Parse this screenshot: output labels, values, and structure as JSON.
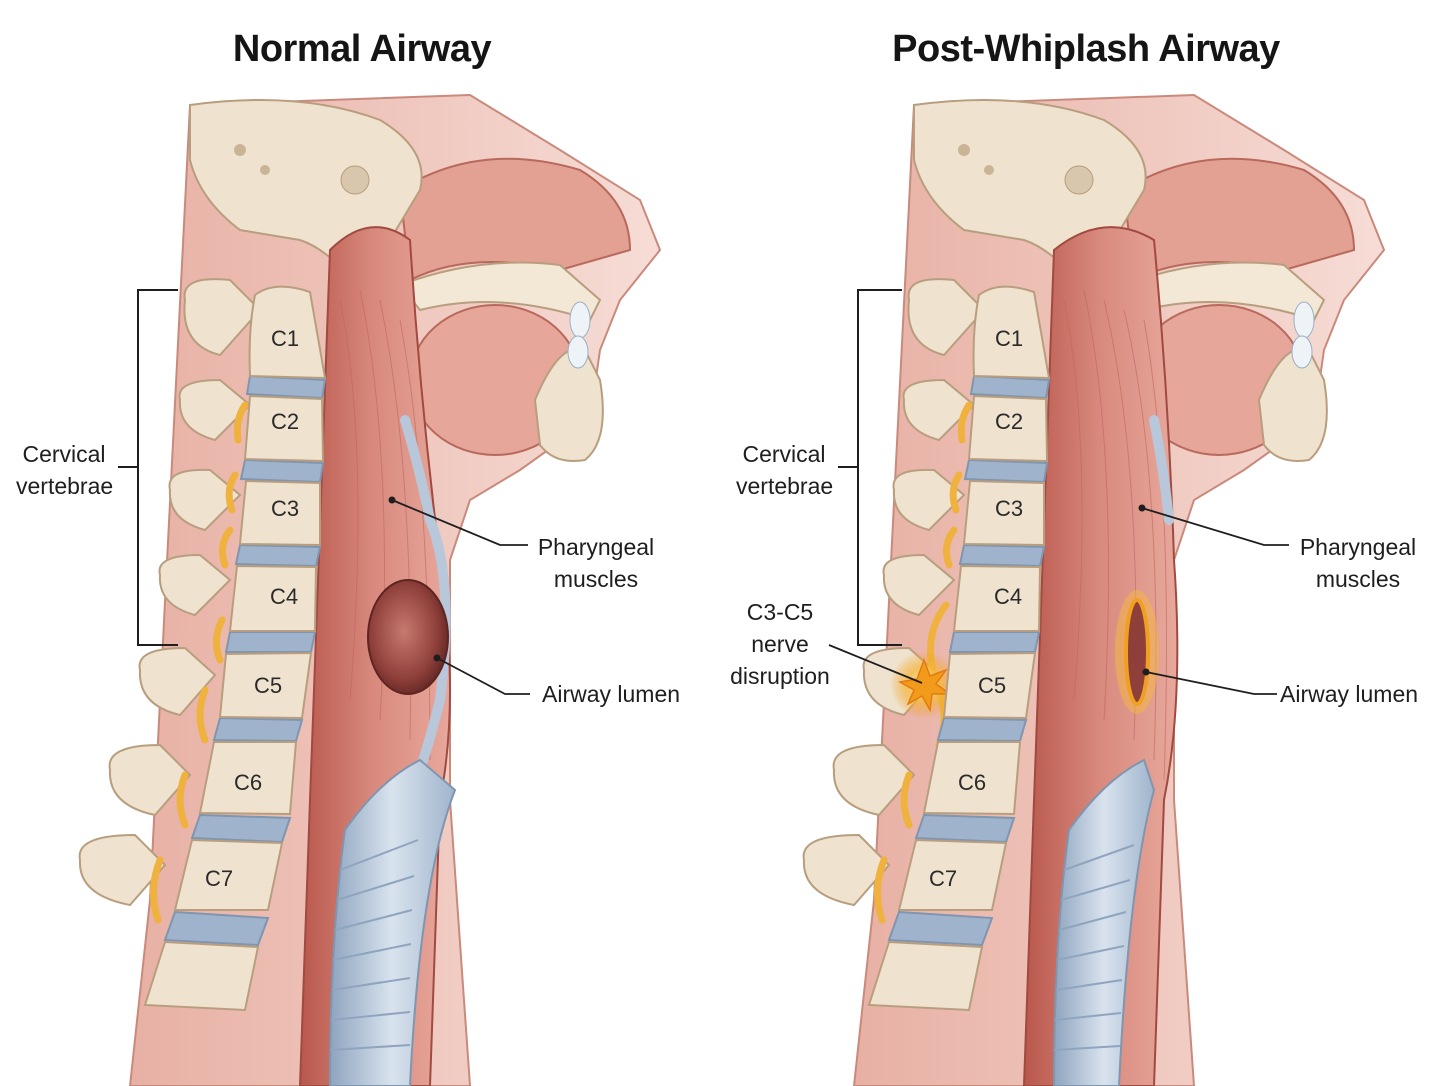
{
  "panels": [
    {
      "title": "Normal Airway",
      "labels": {
        "cervical": "Cervical\nvertebrae",
        "pharyngeal": "Pharyngeal\nmuscles",
        "airway": "Airway lumen",
        "nerve": ""
      },
      "vertebrae": [
        "C1",
        "C2",
        "C3",
        "C4",
        "C5",
        "C6",
        "C7"
      ]
    },
    {
      "title": "Post-Whiplash Airway",
      "labels": {
        "cervical": "Cervical\nvertebrae",
        "pharyngeal": "Pharyngeal\nmuscles",
        "airway": "Airway lumen",
        "nerve": "C3-C5\nnerve\ndisruption"
      },
      "vertebrae": [
        "C1",
        "C2",
        "C3",
        "C4",
        "C5",
        "C6",
        "C7"
      ]
    }
  ],
  "colors": {
    "bone": "#efe3cf",
    "bone_shadow": "#c9b596",
    "disc": "#9fb4cc",
    "muscle": "#d98a7e",
    "muscle_dark": "#b9574c",
    "airway": "#8e3f3a",
    "trachea": "#b8c8da",
    "nerve": "#f0b23e",
    "injury": "#f29a1a"
  }
}
